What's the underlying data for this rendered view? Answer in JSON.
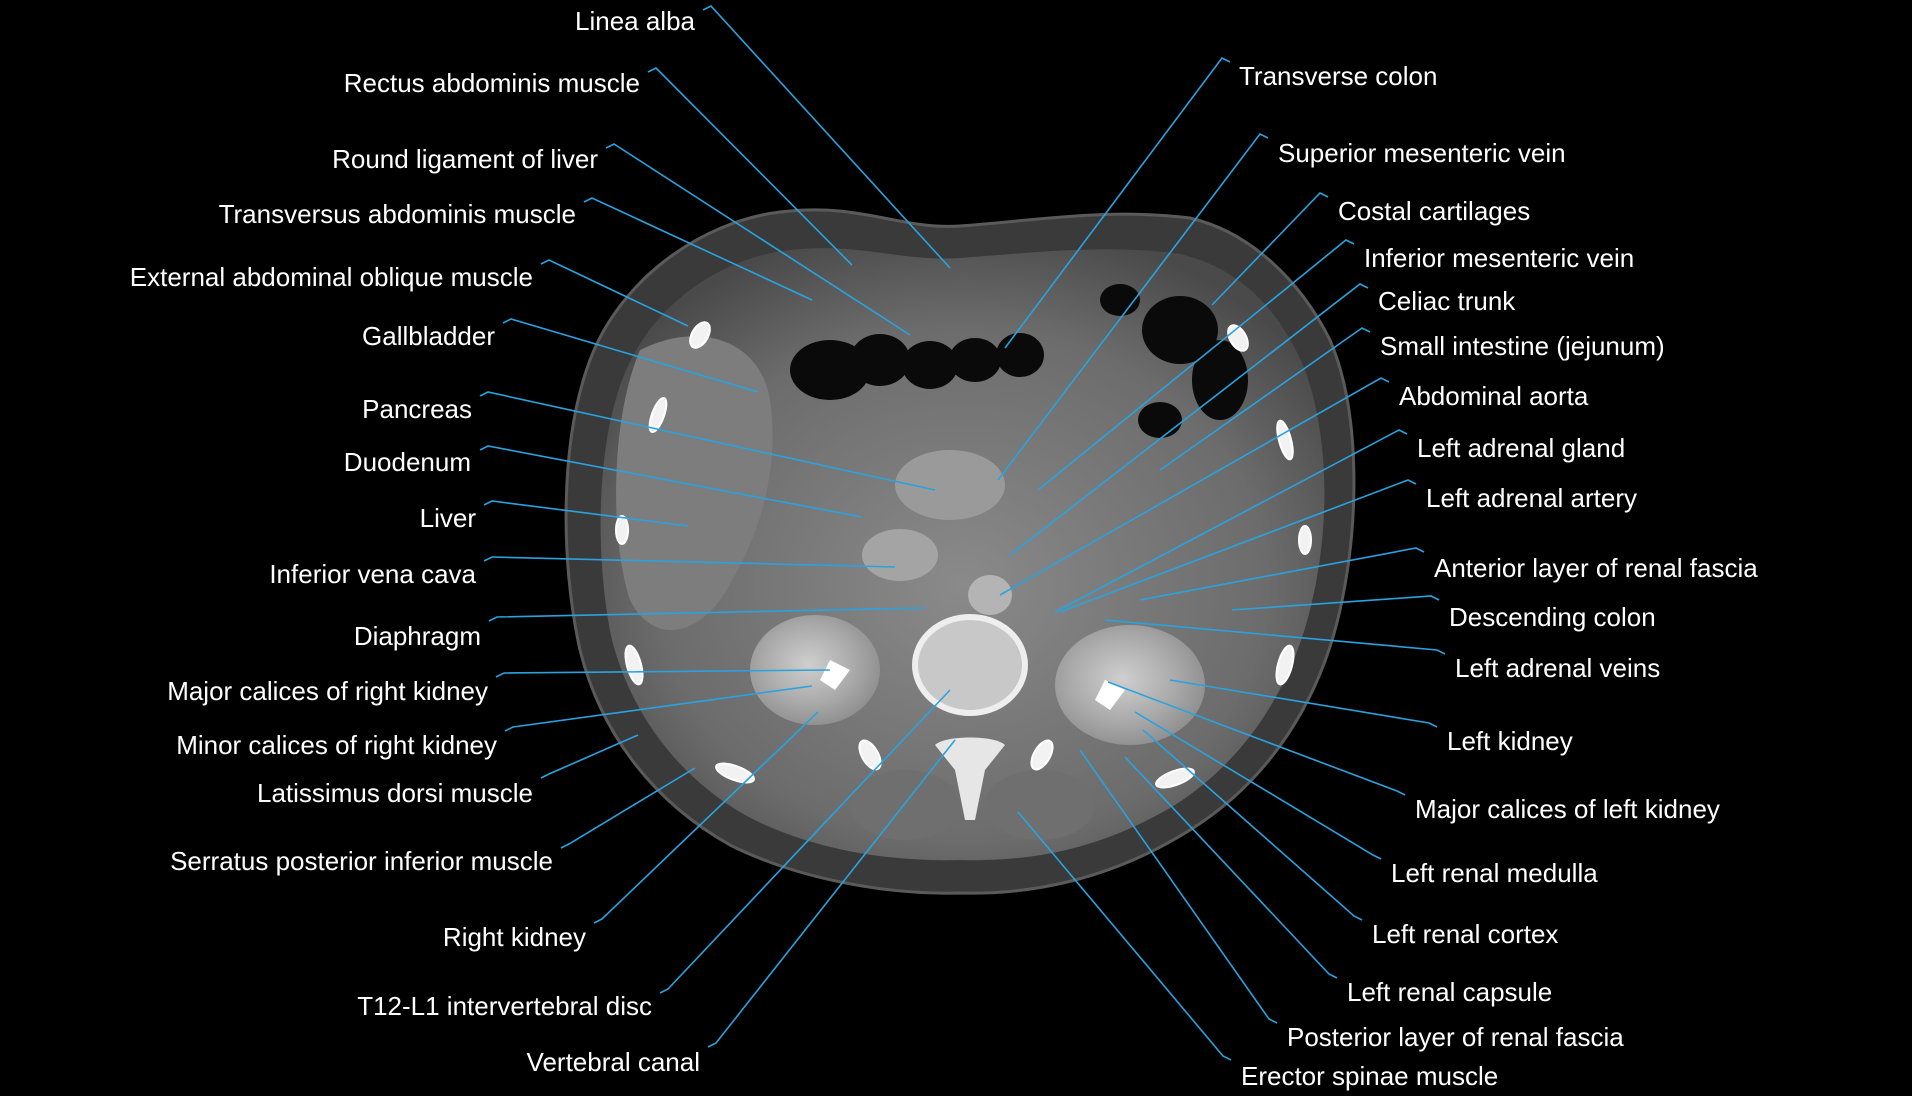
{
  "colors": {
    "background": "#000000",
    "leader_line": "#29a3e0",
    "label_text": "#ffffff"
  },
  "image": {
    "kind": "axial abdominal CT slice (grayscale)"
  },
  "labels_left": [
    "Linea alba",
    "Rectus abdominis muscle",
    "Round ligament of liver",
    "Transversus abdominis muscle",
    "External abdominal oblique muscle",
    "Gallbladder",
    "Pancreas",
    "Duodenum",
    "Liver",
    "Inferior vena cava",
    "Diaphragm",
    "Major calices of right kidney",
    "Minor calices of right kidney",
    "Latissimus dorsi muscle",
    "Serratus posterior inferior muscle",
    "Right kidney",
    "T12-L1 intervertebral disc",
    "Vertebral canal"
  ],
  "labels_right": [
    "Transverse colon",
    "Superior mesenteric vein",
    "Costal cartilages",
    "Inferior mesenteric vein",
    "Celiac trunk",
    "Small intestine (jejunum)",
    "Abdominal aorta",
    "Left adrenal gland",
    "Left adrenal artery",
    "Anterior layer of renal fascia",
    "Descending colon",
    "Left adrenal veins",
    "Left kidney",
    "Major calices of left kidney",
    "Left renal medulla",
    "Left renal cortex",
    "Left renal capsule",
    "Posterior layer of renal fascia",
    "Erector spinae muscle"
  ]
}
